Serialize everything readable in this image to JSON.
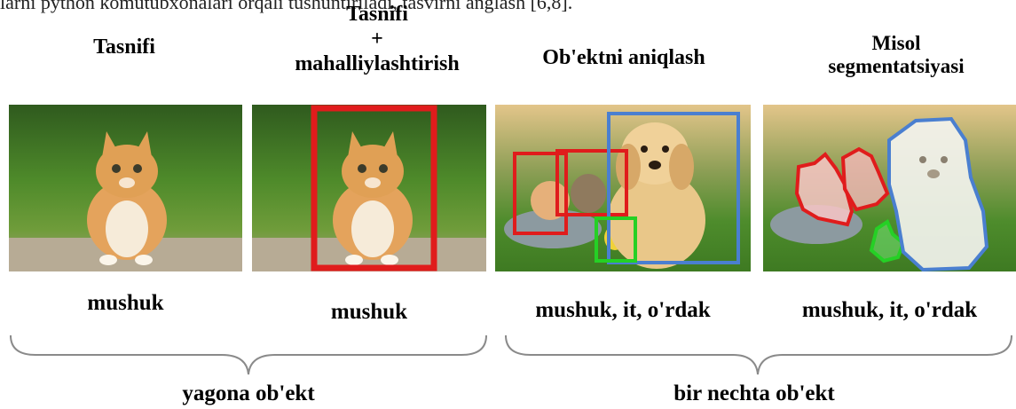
{
  "top_fragment": "larni python komutubxonalari orqali tushuntiriladi, tasvirni anglash [6,8].",
  "headers": {
    "classification": "Tasnifi",
    "classification_localization_line1": "Tasnifi",
    "classification_localization_line2": "+",
    "classification_localization_line3": "mahalliylashtirish",
    "object_detection": "Ob'ektni aniqlash",
    "instance_segmentation_line1": "Misol",
    "instance_segmentation_line2": "segmentatsiyasi"
  },
  "captions": {
    "classification": "mushuk",
    "classification_localization": "mushuk",
    "object_detection": "mushuk, it, o'rdak",
    "instance_segmentation": "mushuk, it, o'rdak"
  },
  "groups": {
    "single": "yagona ob'ekt",
    "multiple": "bir nechta ob'ekt"
  },
  "colors": {
    "cat_box": "#e01c1c",
    "dog_box": "#4a7fd0",
    "duck_box": "#25d025"
  }
}
